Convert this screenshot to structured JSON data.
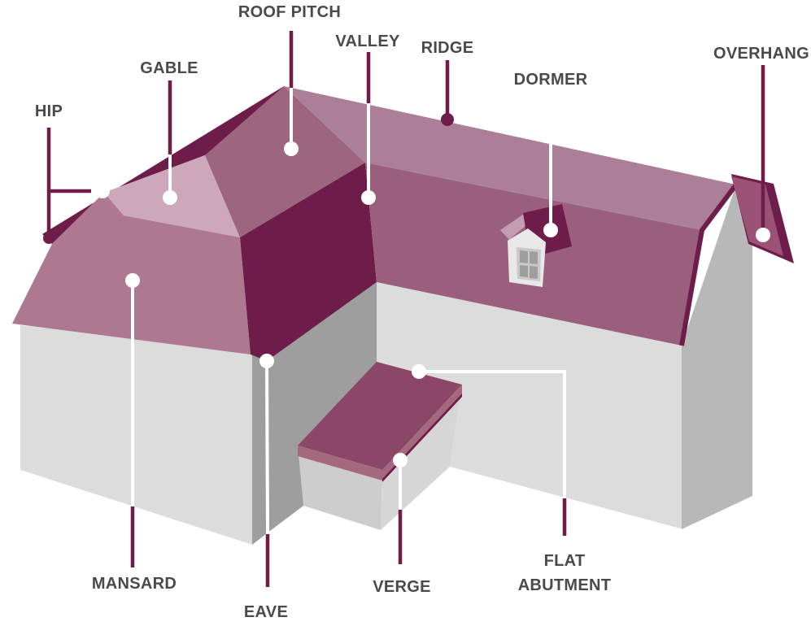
{
  "diagram": {
    "subject": "House roofing terminology diagram",
    "background_color": "#ffffff",
    "palette": {
      "roof_dark": "#6e1d4a",
      "roof_plum": "#8c4667",
      "roof_medium": "#9d6580",
      "roof_lower_slope": "#9a5f7d",
      "roof_upper_slope": "#ab7f97",
      "roof_mansard_front": "#ad7890",
      "roof_deck_light": "#cda8bb",
      "dormer_flap_pink": "#c49cb2",
      "overhang_panel": "#9b5276",
      "fascia_rose": "#a4687f",
      "wall_light": "#dcdcdc",
      "wall_porch_front": "#cdcdcd",
      "wall_porch_side": "#d6d6d6",
      "wall_end": "#b8b8b8",
      "wall_shaded": "#9e9e9e",
      "window_frame": "#c9c9c9",
      "window_pane": "#9e9e9e",
      "dormer_face": "#e8e8e8",
      "leader_line": "#6e1d4a",
      "leader_line_on_roof": "#ffffff",
      "marker_dot_white": "#ffffff",
      "marker_dot_maroon": "#6e1d4a",
      "label_text": "#4a4a4a"
    },
    "labels": {
      "hip": "HIP",
      "gable": "GABLE",
      "roof_pitch": "ROOF PITCH",
      "valley": "VALLEY",
      "ridge": "RIDGE",
      "dormer": "DORMER",
      "overhang": "OVERHANG",
      "mansard": "MANSARD",
      "eave": "EAVE",
      "verge": "VERGE",
      "flat_abutment": "FLAT ABUTMENT"
    }
  }
}
